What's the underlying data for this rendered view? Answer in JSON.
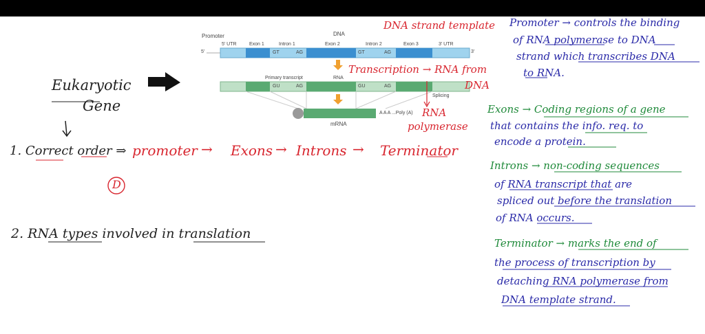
{
  "diagram": {
    "promoter_label": "Promoter",
    "dna_label": "DNA",
    "five_prime": "5'",
    "three_prime": "3'",
    "utr5": "5' UTR",
    "exon1": "Exon 1",
    "intron1": "Intron 1",
    "exon2": "Exon 2",
    "intron2": "Intron 2",
    "exon3": "Exon 3",
    "utr3": "3' UTR",
    "gt": "GT",
    "ag": "AG",
    "primary_transcript": "Primary transcript",
    "rna_label": "RNA",
    "gu": "GU",
    "splicing": "Splicing",
    "polya": "A A A ...Poly (A)",
    "mrna": "mRNA"
  },
  "notes": {
    "eukaryotic": "Eukaryotic",
    "gene": "Gene",
    "dna_strand_template": "DNA strand template",
    "transcription_rna_from_dna_1": "Transcription → RNA from",
    "transcription_rna_from_dna_2": "DNA",
    "rna_polymerase_1": "RNA",
    "rna_polymerase_2": "polymerase",
    "q1_number": "1. Correct order ⇒",
    "q1_promoter": "promoter",
    "q1_exons": "Exons",
    "q1_introns": "Introns",
    "q1_terminator": "Terminator",
    "answer": "D",
    "q2": "2. RNA types involved in translation",
    "promoter_def_1": "Promoter → controls the binding",
    "promoter_def_2": "of RNA polymerase to DNA",
    "promoter_def_3": "strand which transcribes DNA",
    "promoter_def_4": "to RNA.",
    "exons_def_1": "Exons → Coding regions of a gene",
    "exons_def_2": "that contains the info. req. to",
    "exons_def_3": "encode a protein.",
    "introns_def_1": "Introns → non-coding sequences",
    "introns_def_2": "of RNA transcript that are",
    "introns_def_3": "spliced out before the translation",
    "introns_def_4": "of RNA occurs.",
    "term_def_1": "Terminator → marks the end of",
    "term_def_2": "the process of transcription by",
    "term_def_3": "detaching RNA polymerase from",
    "term_def_4": "DNA template strand."
  }
}
